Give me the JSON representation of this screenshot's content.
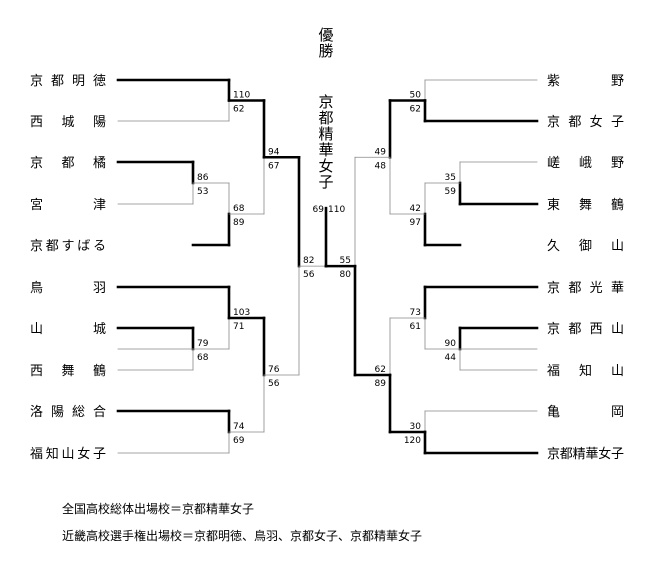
{
  "title": "優勝",
  "champion": "京都精華女子",
  "teams": {
    "left": [
      "京都明徳",
      "西城陽",
      "京都橘",
      "宮津",
      "京都すばる",
      "鳥羽",
      "山城",
      "西舞鶴",
      "洛陽総合",
      "福知山女子"
    ],
    "right": [
      "紫野",
      "京都女子",
      "嵯峨野",
      "東舞鶴",
      "久御山",
      "京都光華",
      "京都西山",
      "福知山",
      "亀岡",
      "京都精華女子"
    ]
  },
  "scores": {
    "L_r1_a": [
      "86",
      "53"
    ],
    "L_r1_b": [
      "79",
      "68"
    ],
    "L_r2_a": [
      "110",
      "62"
    ],
    "L_r2_b": [
      "68",
      "89"
    ],
    "L_r2_c": [
      "103",
      "71"
    ],
    "L_r2_d": [
      "74",
      "69"
    ],
    "L_r3_a": [
      "94",
      "67"
    ],
    "L_r3_b": [
      "76",
      "56"
    ],
    "L_semi": [
      "82",
      "56"
    ],
    "R_r1_a": [
      "35",
      "59"
    ],
    "R_r1_b": [
      "90",
      "44"
    ],
    "R_r2_a": [
      "50",
      "62"
    ],
    "R_r2_b": [
      "42",
      "97"
    ],
    "R_r2_c": [
      "73",
      "61"
    ],
    "R_r2_d": [
      "30",
      "120"
    ],
    "R_r3_a": [
      "49",
      "48"
    ],
    "R_r3_b": [
      "62",
      "89"
    ],
    "R_semi": [
      "55",
      "80"
    ],
    "final": [
      "69",
      "110"
    ]
  },
  "notes": {
    "national": "全国高校総体出場校＝京都精華女子",
    "kinki": "近畿高校選手権出場校＝京都明徳、鳥羽、京都女子、京都精華女子"
  }
}
